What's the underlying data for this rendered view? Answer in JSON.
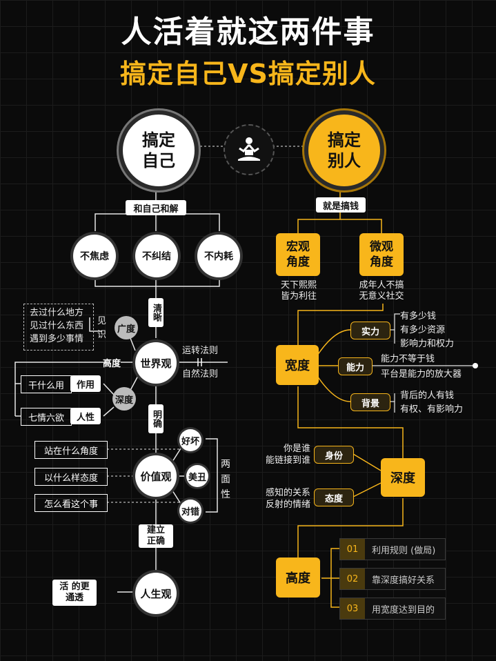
{
  "title": "人活着就这两件事",
  "subtitle": "搞定自己VS搞定别人",
  "left": {
    "root": "搞定自己",
    "header": "和自己和解",
    "three": [
      "不焦虑",
      "不纠结",
      "不内耗"
    ],
    "clear": "清晰",
    "world": "世界观",
    "jianshi": "见识",
    "jianshi_items": [
      "去过什么地方",
      "见过什么东西",
      "遇到多少事情"
    ],
    "guangdu": "广度",
    "gaodu": "高度",
    "shendu": "深度",
    "zuoyong_q": "干什么用",
    "zuoyong": "作用",
    "renxing_q": "七情六欲",
    "renxing": "人性",
    "law1": "运转法则",
    "law2": "自然法则",
    "clear2": "明确",
    "values": "价值观",
    "v_haohuai": "好坏",
    "v_meichou": "美丑",
    "v_duicuo": "对错",
    "v_q": [
      "站在什么角度",
      "以什么样态度",
      "怎么看这个事"
    ],
    "liangmian": "两面性",
    "build": "建立正确",
    "life": "人生观",
    "live": "活 的更通透"
  },
  "right": {
    "root": "搞定别人",
    "header": "就是搞钱",
    "macro": "宏观角度",
    "macro_desc": [
      "天下熙熙",
      "皆为利往"
    ],
    "micro": "微观角度",
    "micro_desc": [
      "成年人不搞",
      "无意义社交"
    ],
    "kuandu": "宽度",
    "shili": "实力",
    "shili_items": [
      "有多少钱",
      "有多少资源",
      "影响力和权力"
    ],
    "nengli": "能力",
    "nengli_items": [
      "能力不等于钱",
      "平台是能力的放大器"
    ],
    "beijing": "背景",
    "beijing_items": [
      "背后的人有钱",
      "有权、有影响力"
    ],
    "shendu": "深度",
    "shenfen": "身份",
    "shenfen_desc": [
      "你是谁",
      "能链接到谁"
    ],
    "taidu": "态度",
    "taidu_desc": [
      "感知的关系",
      "反射的情绪"
    ],
    "gaodu": "高度",
    "ranks": [
      {
        "n": "01",
        "t": "利用规则 (做局)"
      },
      {
        "n": "02",
        "t": "靠深度搞好关系"
      },
      {
        "n": "03",
        "t": "用宽度达到目的"
      }
    ]
  },
  "colors": {
    "accent": "#f8b61b",
    "bg": "#0b0b0b"
  },
  "center_icon": "meditation-icon"
}
